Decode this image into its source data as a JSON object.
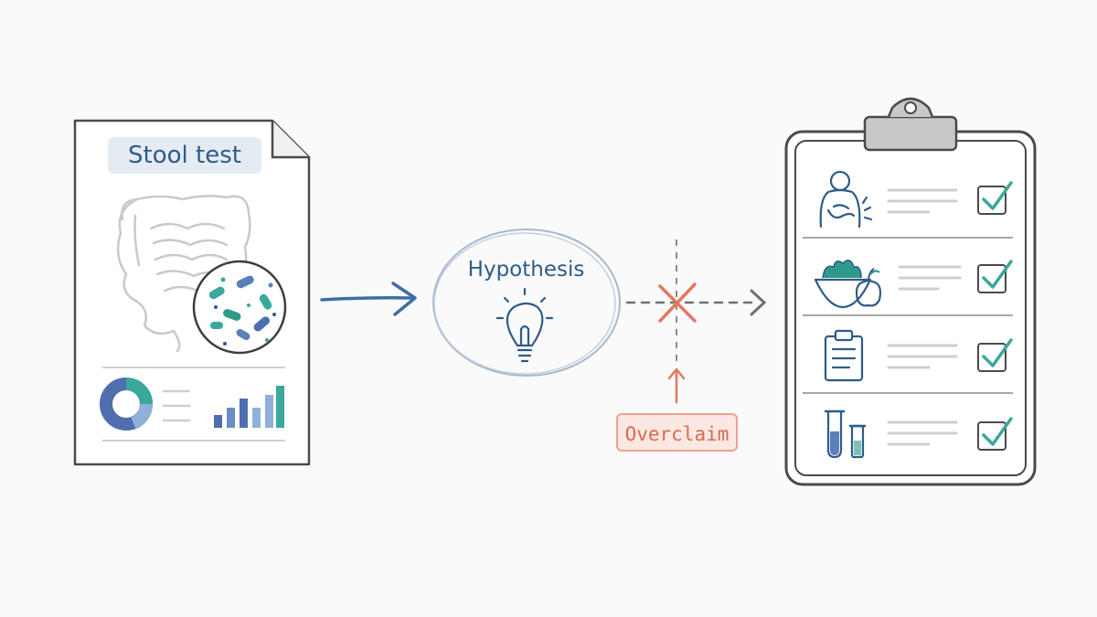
{
  "stool_test": {
    "label": "Stool test"
  },
  "hypothesis": {
    "label": "Hypothesis"
  },
  "overclaim": {
    "label": "Overclaim"
  },
  "clipboard": {
    "rows": [
      {
        "icon": "person-abdomen-icon"
      },
      {
        "icon": "salad-apple-icon"
      },
      {
        "icon": "small-clipboard-icon"
      },
      {
        "icon": "test-tubes-icon"
      }
    ],
    "checked": true
  },
  "colors": {
    "ink": "#4a4a4a",
    "blue": "#2e5b8a",
    "teal": "#3aa89a",
    "orange": "#e07a5f",
    "gray": "#8c8c8c"
  }
}
